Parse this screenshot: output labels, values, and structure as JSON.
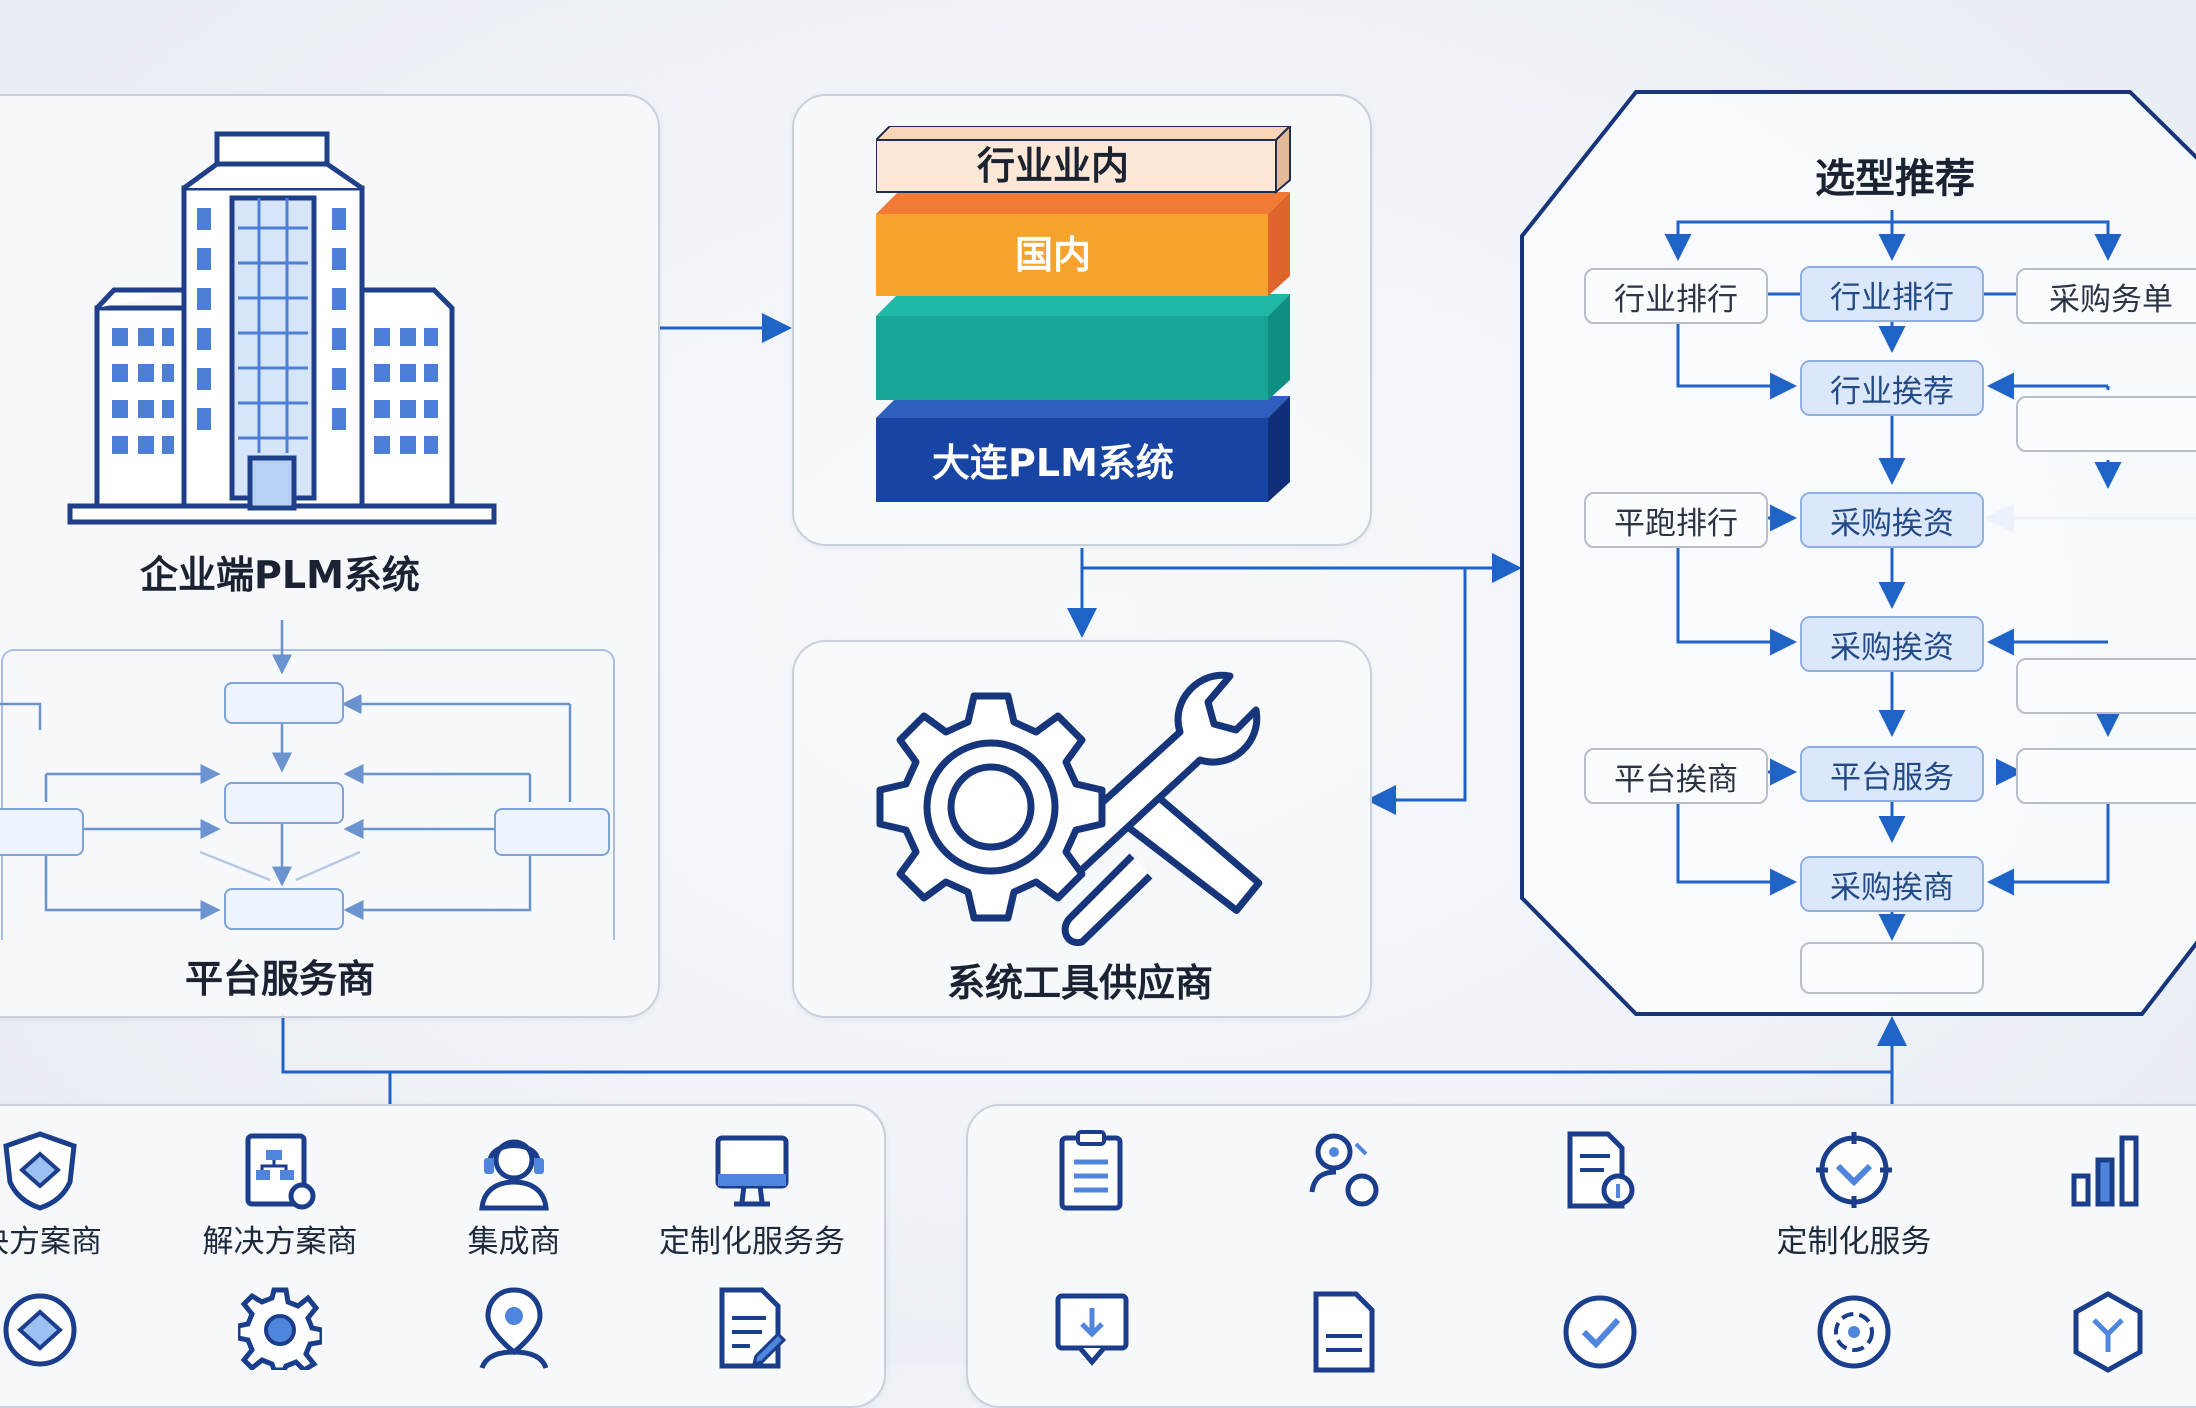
{
  "colors": {
    "line_blue": "#1f63c6",
    "dark_blue": "#14397f",
    "layer_top": "#fbe0cc",
    "layer_orange": "#f5a32c",
    "layer_teal": "#17a89a",
    "layer_navy": "#1844a3"
  },
  "left_panel": {
    "title": "企业端PLM系统",
    "subtitle": "平台服务商",
    "icon": "office-building-icon",
    "flow_boxes": [
      "",
      "",
      "",
      "",
      ""
    ]
  },
  "stack_panel": {
    "layers": [
      "行业业内",
      "国内",
      "",
      "大连PLM系统"
    ]
  },
  "tools_panel": {
    "title": "系统工具供应商",
    "icon": "gear-wrench-icon"
  },
  "recommend_panel": {
    "title": "选型推荐",
    "left_col": [
      "行业排行",
      "平跑排行",
      "平台挨商"
    ],
    "center_col": [
      "行业排行",
      "行业挨荐",
      "采购挨资",
      "采购挨资",
      "平台服务",
      "采购挨商",
      ""
    ],
    "right_col": [
      "采购务单",
      "",
      "",
      ""
    ]
  },
  "services_left": {
    "items": [
      {
        "label": "决方案商",
        "icon": "shield-check-icon"
      },
      {
        "label": "解决方案商",
        "icon": "flowchart-doc-icon"
      },
      {
        "label": "集成商",
        "icon": "headset-person-icon"
      },
      {
        "label": "定制化服务务",
        "icon": "monitor-icon"
      }
    ],
    "row2_icons": [
      "diamond-shield-icon",
      "gear-icon",
      "map-pin-person-icon",
      "edit-document-icon"
    ]
  },
  "services_right": {
    "items": [
      {
        "label": "",
        "icon": "clipboard-list-icon"
      },
      {
        "label": "",
        "icon": "user-settings-icon"
      },
      {
        "label": "",
        "icon": "document-info-icon"
      },
      {
        "label": "定制化服务",
        "icon": "target-check-icon"
      },
      {
        "label": "",
        "icon": "bar-chart-icon"
      }
    ],
    "row2_icons": [
      "download-screen-icon",
      "document-icon",
      "check-circle-icon",
      "focus-circle-icon",
      "hexagon-icon"
    ]
  }
}
